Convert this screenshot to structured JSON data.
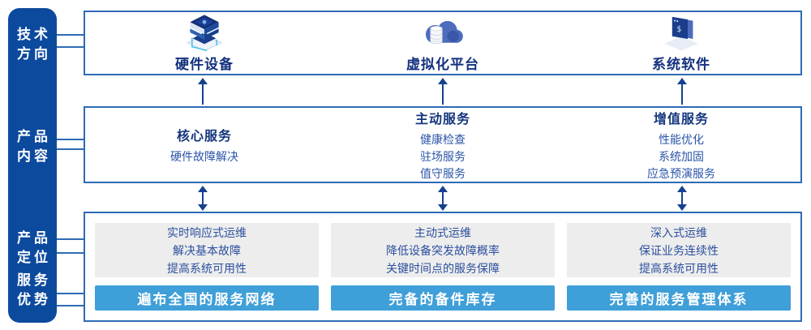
{
  "colors": {
    "sidebar_bg": "#0c4a9e",
    "box_border": "#2e6ab6",
    "arrow": "#15418f",
    "heading_text": "#14367e",
    "item_text": "#2b55a8",
    "panel_bg": "#ededed",
    "panel_text": "#2b4f9e",
    "bar_bg": "#3f9fd8",
    "bar_text": "#ffffff"
  },
  "sidebar": {
    "labels": [
      {
        "line1": "技术",
        "line2": "方向"
      },
      {
        "line1": "产品",
        "line2": "内容"
      },
      {
        "line1": "产品",
        "line2": "定位"
      },
      {
        "line1": "服务",
        "line2": "优势"
      }
    ]
  },
  "tech_row": {
    "items": [
      {
        "icon": "server-stack-icon",
        "label": "硬件设备"
      },
      {
        "icon": "cloud-database-icon",
        "label": "虚拟化平台"
      },
      {
        "icon": "software-window-icon",
        "label": "系统软件"
      }
    ]
  },
  "content_row": {
    "columns": [
      {
        "heading": "核心服务",
        "items": [
          "硬件故障解决"
        ]
      },
      {
        "heading": "主动服务",
        "items": [
          "健康检查",
          "驻场服务",
          "值守服务"
        ]
      },
      {
        "heading": "增值服务",
        "items": [
          "性能优化",
          "系统加固",
          "应急预演服务"
        ]
      }
    ]
  },
  "bottom_row": {
    "columns": [
      {
        "positioning": [
          "实时响应式运维",
          "解决基本故障",
          "提高系统可用性"
        ],
        "advantage": "遍布全国的服务网络"
      },
      {
        "positioning": [
          "主动式运维",
          "降低设备突发故障概率",
          "关键时间点的服务保障"
        ],
        "advantage": "完备的备件库存"
      },
      {
        "positioning": [
          "深入式运维",
          "保证业务连续性",
          "提高系统可用性"
        ],
        "advantage": "完善的服务管理体系"
      }
    ]
  }
}
